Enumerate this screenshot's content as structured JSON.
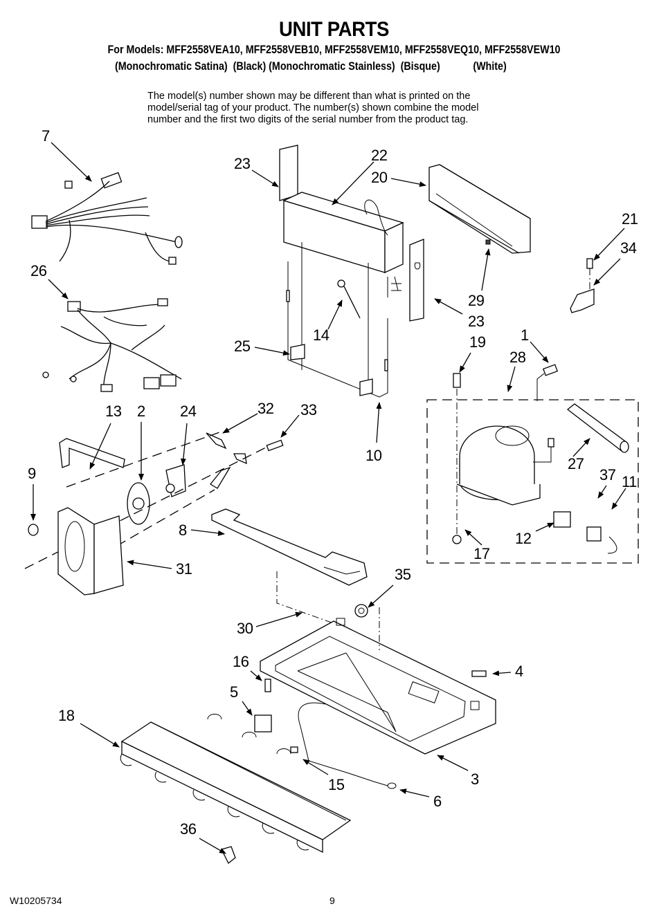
{
  "header": {
    "title": "UNIT PARTS",
    "models_line": "For Models: MFF2558VEA10, MFF2558VEB10, MFF2558VEM10, MFF2558VEQ10, MFF2558VEW10",
    "colors_line": "(Monochromatic Satina)  (Black) (Monochromatic Stainless)  (Bisque)            (White)",
    "models": [
      {
        "model": "MFF2558VEA10",
        "color": "Monochromatic Satina"
      },
      {
        "model": "MFF2558VEB10",
        "color": "Black"
      },
      {
        "model": "MFF2558VEM10",
        "color": "Monochromatic Stainless"
      },
      {
        "model": "MFF2558VEQ10",
        "color": "Bisque"
      },
      {
        "model": "MFF2558VEW10",
        "color": "White"
      }
    ]
  },
  "note": {
    "lines": [
      "The model(s) number shown may be different than what is printed on the",
      "model/serial tag of your product. The number(s) shown combine the model",
      "number and the first two digits of the serial number from the product tag."
    ]
  },
  "callouts": {
    "c7": "7",
    "c26": "26",
    "c23a": "23",
    "c22": "22",
    "c20": "20",
    "c21": "21",
    "c34": "34",
    "c29": "29",
    "c23b": "23",
    "c14": "14",
    "c25": "25",
    "c19": "19",
    "c1": "1",
    "c28": "28",
    "c13": "13",
    "c2": "2",
    "c24": "24",
    "c32": "32",
    "c33": "33",
    "c10": "10",
    "c9": "9",
    "c27": "27",
    "c37": "37",
    "c11": "11",
    "c8": "8",
    "c12": "12",
    "c17": "17",
    "c31": "31",
    "c35": "35",
    "c30": "30",
    "c16": "16",
    "c4": "4",
    "c5": "5",
    "c18": "18",
    "c3": "3",
    "c15": "15",
    "c6": "6",
    "c36": "36"
  },
  "footer": {
    "document_number": "W10205734",
    "page_number": "9"
  }
}
